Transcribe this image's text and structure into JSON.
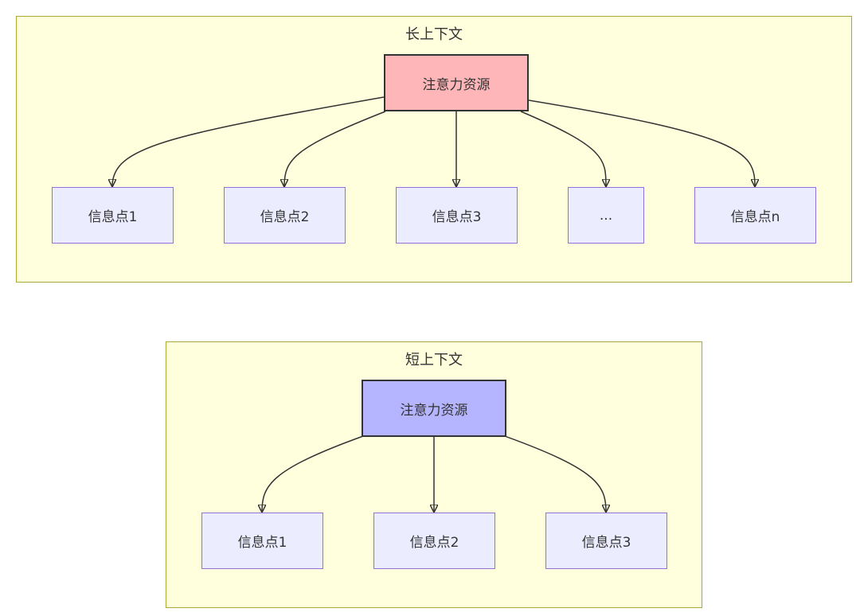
{
  "long_context": {
    "title": "长上下文",
    "resource": "注意力资源",
    "points": [
      "信息点1",
      "信息点2",
      "信息点3",
      "...",
      "信息点n"
    ]
  },
  "short_context": {
    "title": "短上下文",
    "resource": "注意力资源",
    "points": [
      "信息点1",
      "信息点2",
      "信息点3"
    ]
  },
  "colors": {
    "cluster_fill": "#ffffde",
    "cluster_border": "#aaaa33",
    "node_fill": "#ececff",
    "node_border": "#9370db",
    "long_resource_fill": "#ffb6b9",
    "short_resource_fill": "#b4b4ff",
    "edge": "#333333"
  }
}
